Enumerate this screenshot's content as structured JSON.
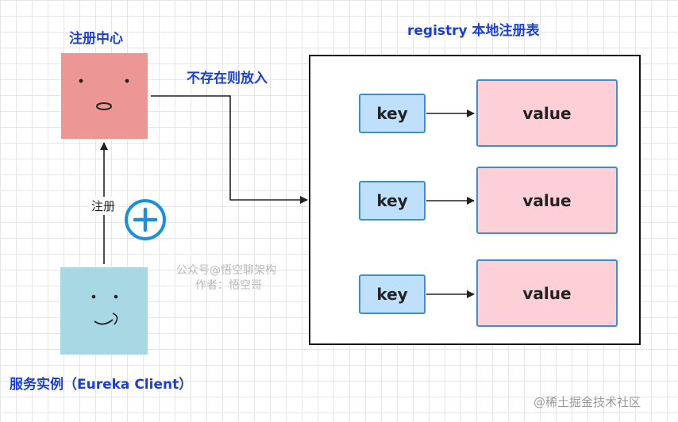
{
  "labels": {
    "registry_center": "注册中心",
    "registry_table": "registry 本地注册表",
    "put_if_absent": "不存在则放入",
    "register": "注册",
    "service_instance": "服务实例（Eureka Client）"
  },
  "entries": [
    {
      "key": "key",
      "value": "value"
    },
    {
      "key": "key",
      "value": "value"
    },
    {
      "key": "key",
      "value": "value"
    }
  ],
  "watermarks": {
    "account": "公众号@悟空聊架构",
    "author": "作者：悟空哥",
    "site": "@稀土掘金技术社区"
  },
  "colors": {
    "registry_center_fill": "#ec9696",
    "client_fill": "#a7d8e4",
    "key_fill": "#bfe0fb",
    "value_fill": "#fcd0d6",
    "label_blue": "#1a3fd6",
    "plus_icon": "#1a8fe0"
  },
  "icons": {
    "add": "plus-circle-icon"
  }
}
